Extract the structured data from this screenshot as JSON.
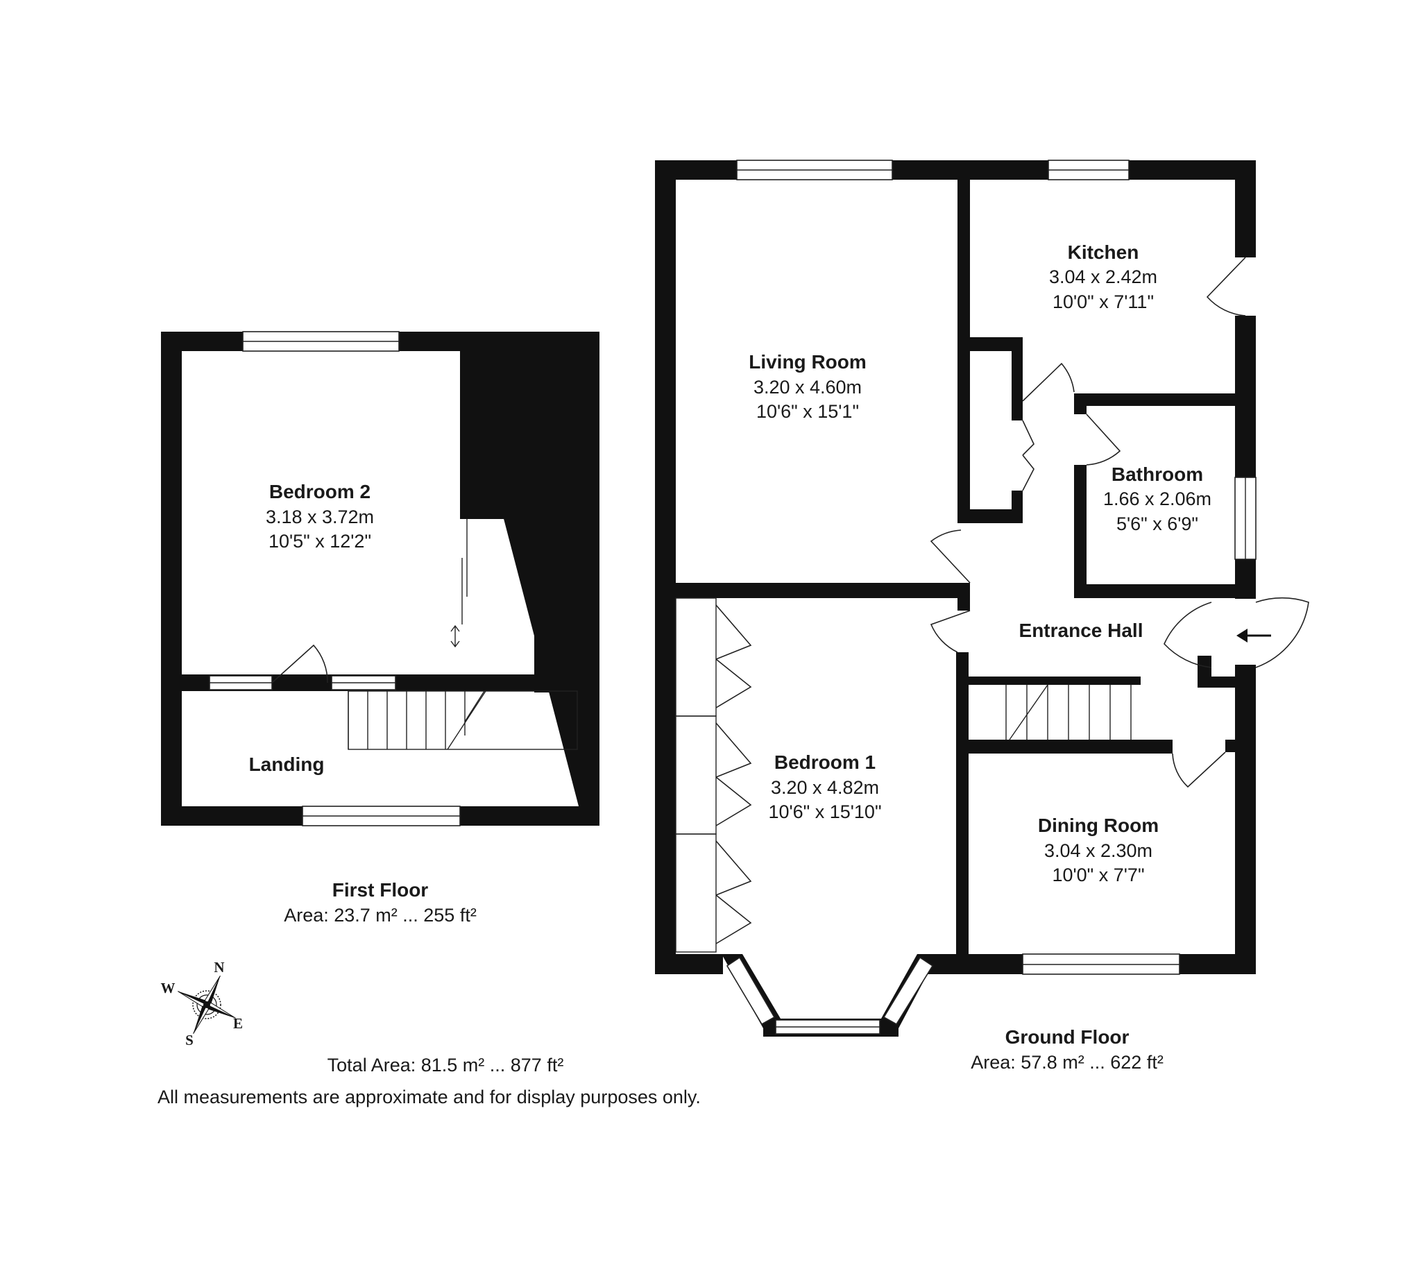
{
  "first_floor": {
    "rooms": [
      {
        "name": "Bedroom 2",
        "metric": "3.18 x 3.72m",
        "imperial": "10'5\" x 12'2\""
      },
      {
        "name": "Landing",
        "metric": "",
        "imperial": ""
      }
    ],
    "caption_title": "First Floor",
    "caption_area": "Area: 23.7 m² ... 255 ft²"
  },
  "ground_floor": {
    "rooms": [
      {
        "name": "Living Room",
        "metric": "3.20 x 4.60m",
        "imperial": "10'6\" x 15'1\""
      },
      {
        "name": "Kitchen",
        "metric": "3.04 x 2.42m",
        "imperial": "10'0\" x 7'11\""
      },
      {
        "name": "Bathroom",
        "metric": "1.66 x 2.06m",
        "imperial": "5'6\" x 6'9\""
      },
      {
        "name": "Entrance Hall",
        "metric": "",
        "imperial": ""
      },
      {
        "name": "Bedroom 1",
        "metric": "3.20 x 4.82m",
        "imperial": "10'6\" x 15'10\""
      },
      {
        "name": "Dining Room",
        "metric": "3.04 x 2.30m",
        "imperial": "10'0\" x 7'7\""
      }
    ],
    "caption_title": "Ground Floor",
    "caption_area": "Area: 57.8 m² ... 622 ft²"
  },
  "compass": {
    "n": "N",
    "e": "E",
    "s": "S",
    "w": "W"
  },
  "footer": {
    "total_area": "Total Area: 81.5 m² ... 877 ft²",
    "disclaimer": "All measurements are approximate and for display purposes only."
  },
  "colors": {
    "wall": "#111111",
    "background": "#ffffff"
  }
}
